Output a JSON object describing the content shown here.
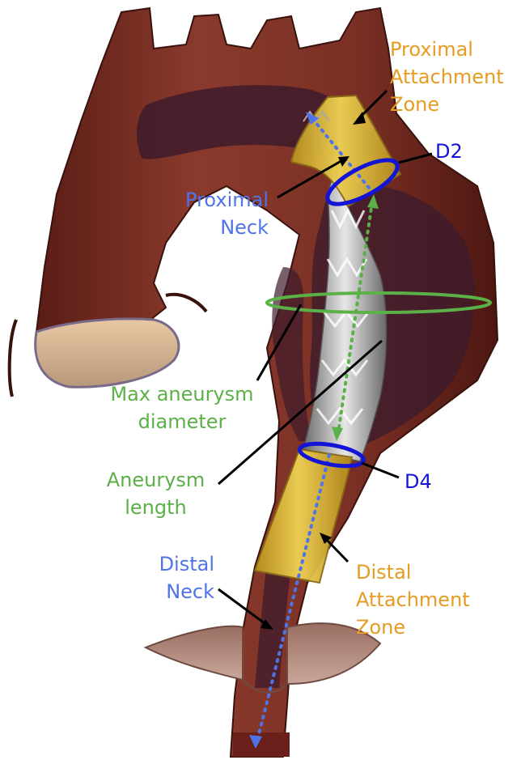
{
  "colors": {
    "orange": "#E69B22",
    "blue": "#4F74E8",
    "navy": "#1414D6",
    "green": "#5BB047",
    "aorta": "#7A2F24",
    "aorta_dark": "#4C1712",
    "lumen": "#3D1B2C",
    "stent_gold": "#E8C334",
    "graft_gray": "#B7B7B7"
  },
  "labels": {
    "proximal_attachment_zone": [
      "Proximal",
      "Attachment",
      "Zone"
    ],
    "d2": "D2",
    "proximal_neck": [
      "Proximal",
      "Neck"
    ],
    "max_aneurysm_diameter": [
      "Max aneurysm",
      "diameter"
    ],
    "aneurysm_length": [
      "Aneurysm",
      "length"
    ],
    "d4": "D4",
    "distal_neck": [
      "Distal",
      "Neck"
    ],
    "distal_attachment_zone": [
      "Distal",
      "Attachment",
      "Zone"
    ]
  }
}
